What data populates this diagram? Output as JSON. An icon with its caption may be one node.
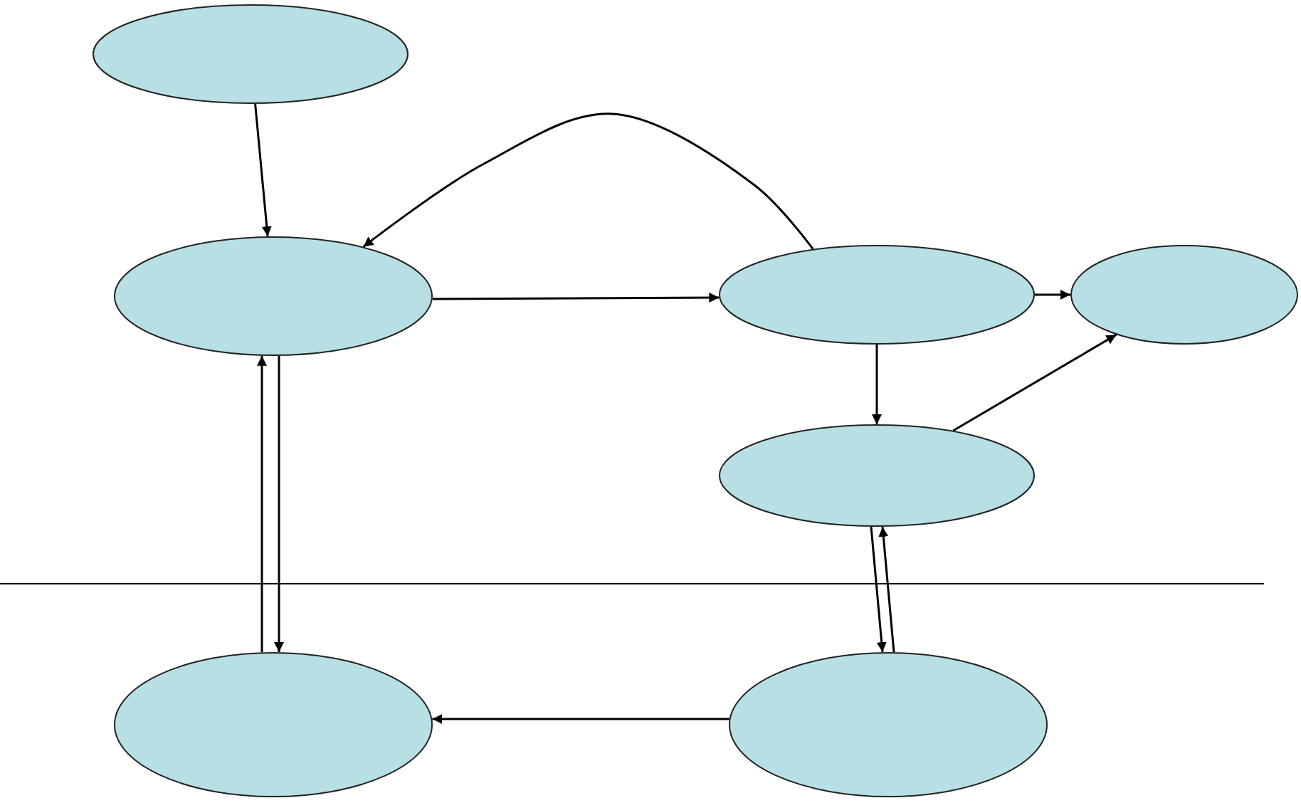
{
  "diagram": {
    "nodes": [
      {
        "text": [],
        "shape": "ellipse"
      },
      {
        "text": [],
        "shape": "ellipse"
      },
      {
        "text": [],
        "shape": "ellipse"
      },
      {
        "text": [],
        "shape": "ellipse"
      },
      {
        "text": [],
        "shape": "ellipse"
      },
      {
        "text": [],
        "shape": "ellipse"
      },
      {
        "text": [],
        "shape": "ellipse"
      }
    ],
    "edges": [
      {
        "from": 0,
        "to": 1,
        "arrow": "to"
      },
      {
        "from": 2,
        "to": 1,
        "arrow": "to"
      },
      {
        "from": 1,
        "to": 2,
        "arrow": "to"
      },
      {
        "from": 2,
        "to": 3,
        "arrow": "to"
      },
      {
        "from": 2,
        "to": 4,
        "arrow": "to"
      },
      {
        "from": 4,
        "to": 3,
        "arrow": "to"
      },
      {
        "from": 1,
        "to": 5,
        "arrow": "to"
      },
      {
        "from": 5,
        "to": 1,
        "arrow": "to"
      },
      {
        "from": 4,
        "to": 6,
        "arrow": "to"
      },
      {
        "from": 6,
        "to": 4,
        "arrow": "to"
      },
      {
        "from": 6,
        "to": 5,
        "arrow": "to"
      }
    ]
  }
}
